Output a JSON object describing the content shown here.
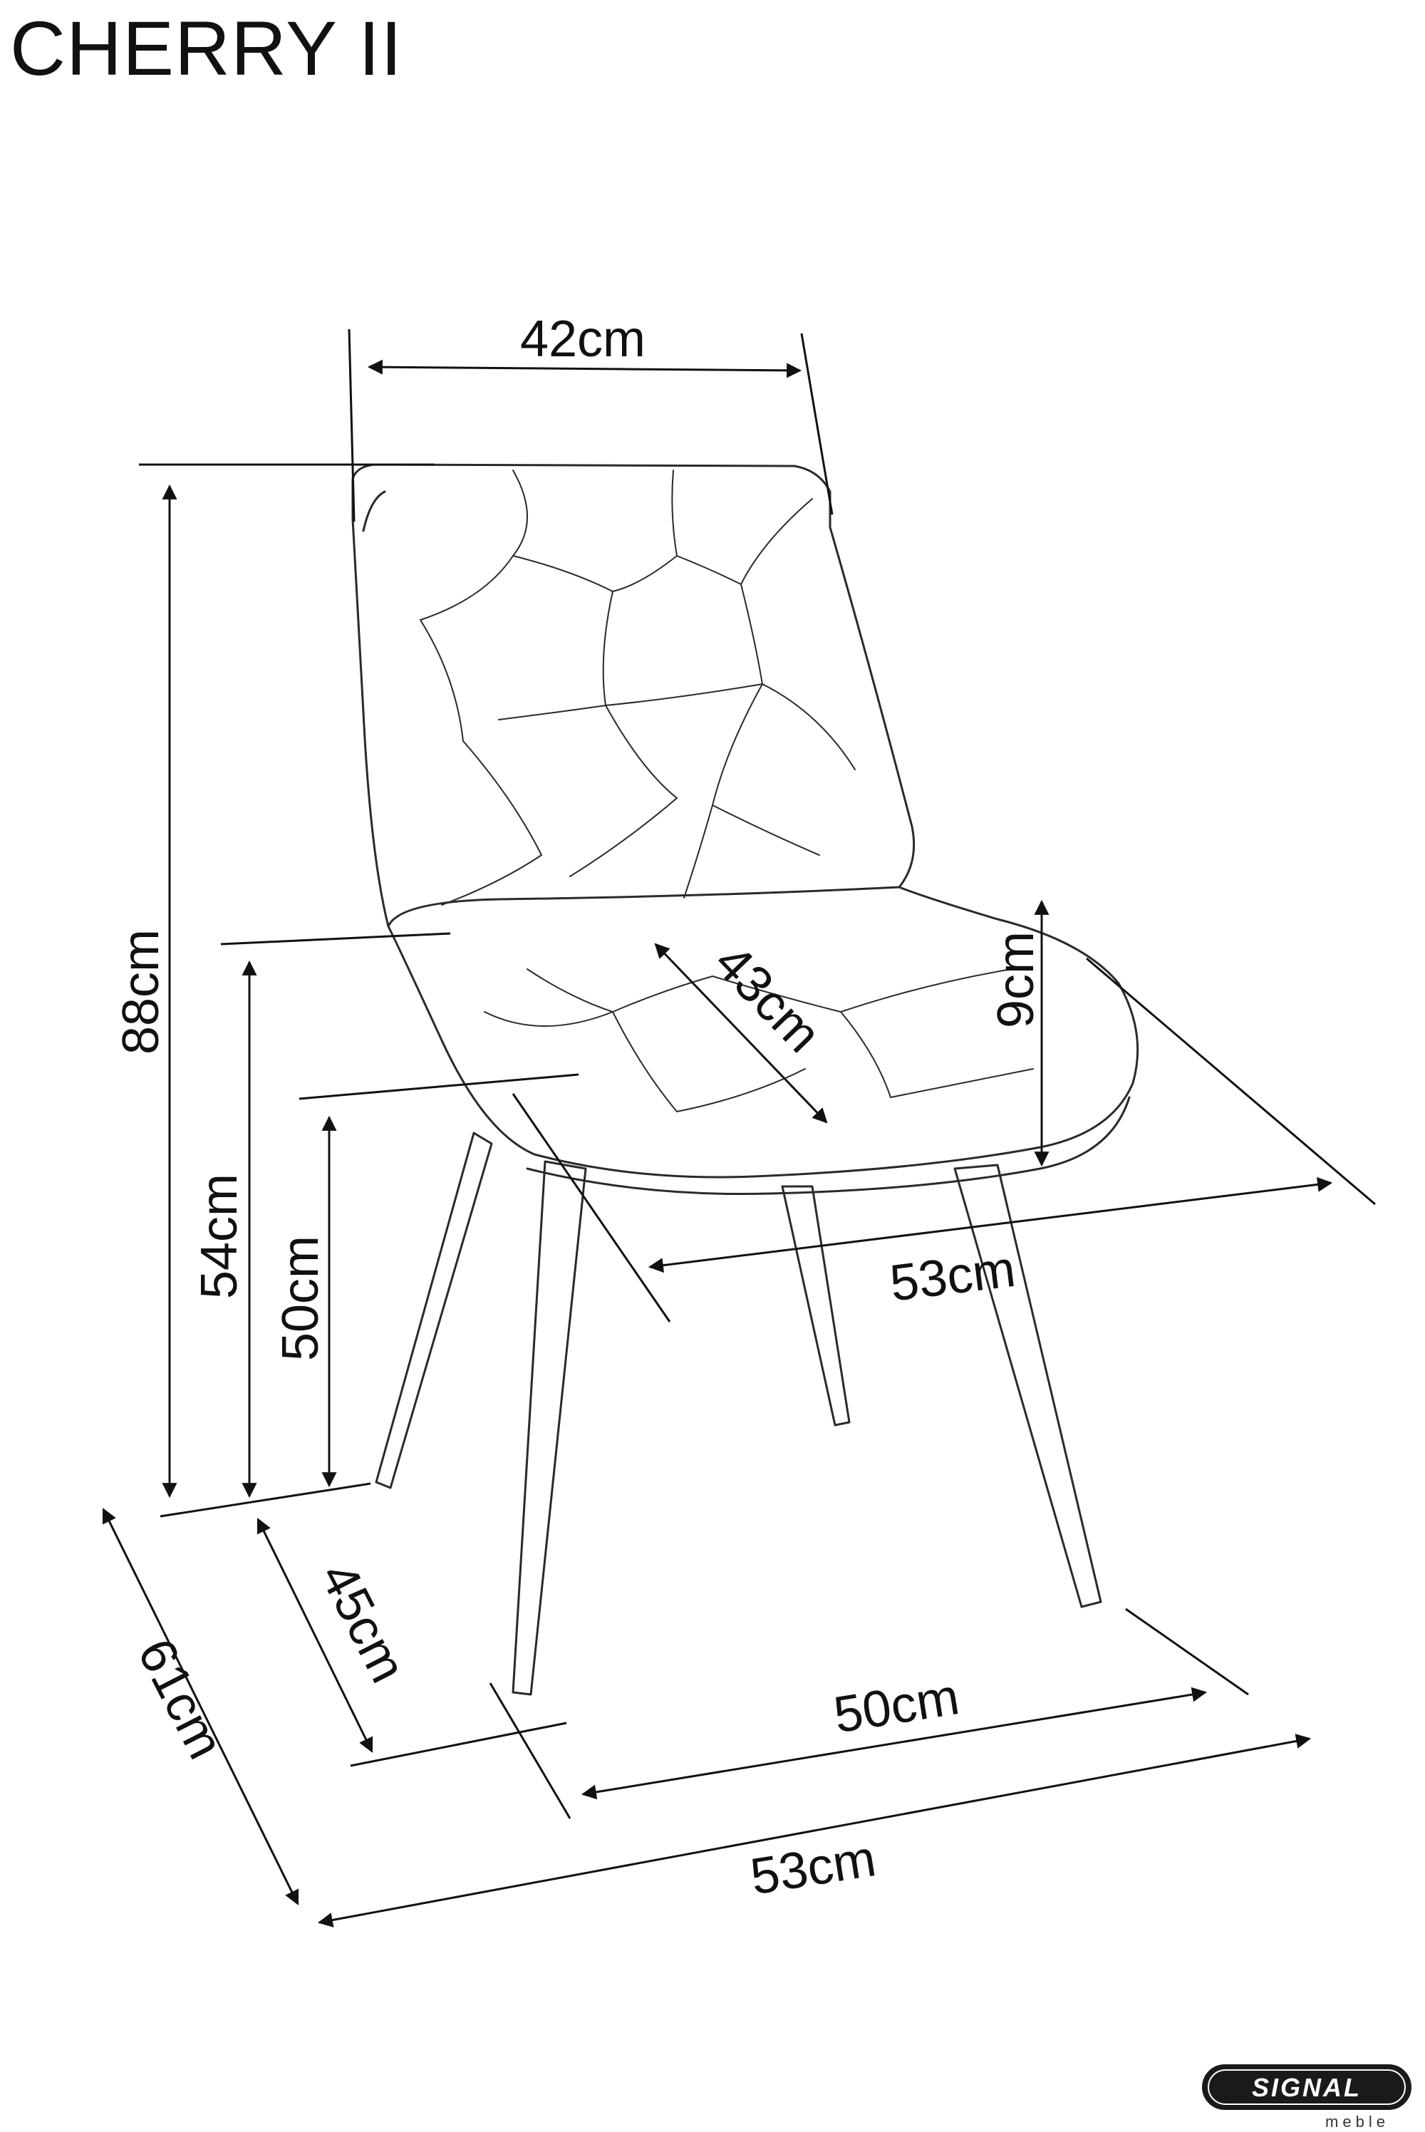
{
  "title": "CHERRY II",
  "dimensions": {
    "backrest_width": "42cm",
    "total_height": "88cm",
    "seat_depth": "43cm",
    "seat_thickness": "9cm",
    "seat_width": "53cm",
    "armrest_height": "54cm",
    "seat_height": "50cm",
    "leg_depth": "45cm",
    "leg_width": "50cm",
    "total_depth": "61cm",
    "total_width": "53cm"
  },
  "logo": {
    "brand": "SIGNAL",
    "sub": "meble"
  }
}
